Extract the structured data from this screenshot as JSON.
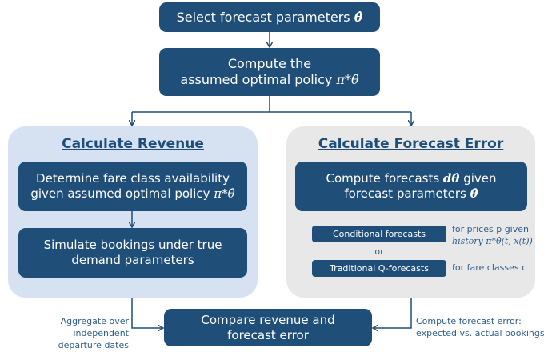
{
  "top": {
    "select_params": {
      "text": "Select forecast parameters ",
      "symbol": "θ̂"
    },
    "compute_policy": {
      "line1": "Compute the",
      "line2": "assumed optimal policy ",
      "symbol": "π*θ̂"
    }
  },
  "revenue_panel": {
    "title": "Calculate Revenue",
    "fare_availability": {
      "line1": "Determine fare class availability",
      "line2": "given assumed optimal policy ",
      "symbol": "π*θ̂"
    },
    "simulate": {
      "line1": "Simulate bookings under true",
      "line2": "demand parameters"
    }
  },
  "error_panel": {
    "title": "Calculate Forecast Error",
    "compute_forecasts": {
      "line1a": "Compute forecasts ",
      "line1_symbol": "dθ̂",
      "line1b": " given",
      "line2": "forecast parameters ",
      "line2_symbol": "θ̂"
    },
    "conditional": {
      "label": "Conditional forecasts",
      "note1": "for prices p given",
      "note2": "history π*θ̂(t, x(t))"
    },
    "or_text": "or",
    "traditional": {
      "label": "Traditional Q-forecasts",
      "note": "for fare classes c"
    }
  },
  "bottom": {
    "compare": {
      "line1": "Compare revenue and",
      "line2": "forecast error"
    },
    "left_note": {
      "line1": "Aggregate over independent",
      "line2": "departure dates"
    },
    "right_note": {
      "line1": "Compute forecast error:",
      "line2": "expected vs. actual bookings"
    }
  },
  "colors": {
    "box": "#1f4e79",
    "revenue_panel_bg": "#d6e2f1",
    "error_panel_bg": "#e8e8e8",
    "arrow": "#1f4e79"
  }
}
